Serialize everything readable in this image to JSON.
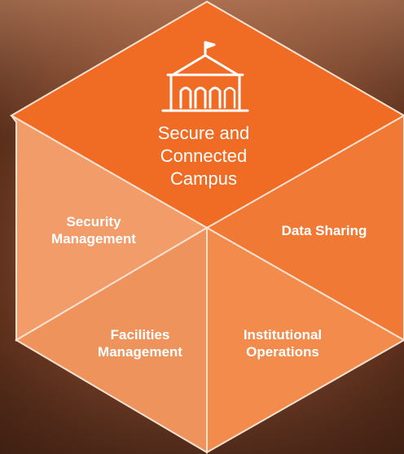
{
  "diagram": {
    "center_icon": "school-building-icon",
    "title": "Secure and\nConnected\nCampus",
    "segments": {
      "security_management": "Security\nManagement",
      "data_sharing": "Data Sharing",
      "facilities_management": "Facilities\nManagement",
      "institutional_operations": "Institutional\nOperations"
    },
    "colors": {
      "top": "#f06b23",
      "top_right": "#f07a35",
      "top_left": "#f19a66",
      "bottom_left": "#ee9158",
      "bottom_right": "#f28a4a",
      "outline": "#fbe3d3"
    }
  }
}
